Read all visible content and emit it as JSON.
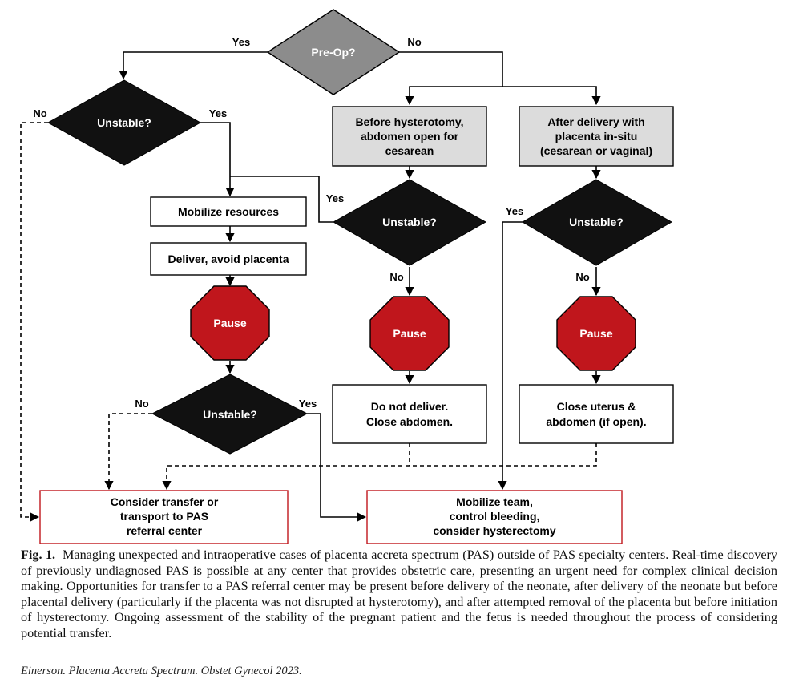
{
  "nodes": {
    "preop": "Pre-Op?",
    "unstable_left": "Unstable?",
    "before_hysterotomy": [
      "Before hysterotomy,",
      "abdomen open for",
      "cesarean"
    ],
    "after_delivery": [
      "After delivery with",
      "placenta in-situ",
      "(cesarean or vaginal)"
    ],
    "mobilize_resources": "Mobilize resources",
    "deliver_avoid": "Deliver, avoid placenta",
    "pause_left": "Pause",
    "unstable_bottom_left": "Unstable?",
    "unstable_mid": "Unstable?",
    "pause_mid": "Pause",
    "do_not_deliver": [
      "Do not deliver.",
      "Close abdomen."
    ],
    "unstable_right": "Unstable?",
    "pause_right": "Pause",
    "close_uterus": [
      "Close uterus &",
      "abdomen (if open)."
    ],
    "consider_transfer": [
      "Consider transfer or",
      "transport to PAS",
      "referral center"
    ],
    "mobilize_team": [
      "Mobilize team,",
      "control bleeding,",
      "consider hysterectomy"
    ]
  },
  "branch_labels": {
    "preop_yes": "Yes",
    "preop_no": "No",
    "unstable_left_no": "No",
    "unstable_left_yes": "Yes",
    "unstable_mid_yes": "Yes",
    "unstable_mid_no": "No",
    "unstable_right_yes": "Yes",
    "unstable_right_no": "No",
    "unstable_bottom_no": "No",
    "unstable_bottom_yes": "Yes"
  },
  "caption": {
    "label": "Fig. 1.",
    "text": "Managing unexpected and intraoperative cases of placenta accreta spectrum (PAS) outside of PAS specialty centers. Real-time discovery of previously undiagnosed PAS is possible at any center that provides obstetric care, presenting an urgent need for complex clinical decision making. Opportunities for transfer to a PAS referral center may be present before delivery of the neonate, after delivery of the neonate but before placental delivery (particularly if the placenta was not disrupted at hysterotomy), and after attempted removal of the placenta but before initiation of hysterectomy. Ongoing assessment of the stability of the pregnant patient and the fetus is needed throughout the process of considering potential transfer."
  },
  "citation": "Einerson. Placenta Accreta Spectrum. Obstet Gynecol 2023.",
  "colors": {
    "decision_gray": "#8c8c8c",
    "decision_black": "#111111",
    "stop_red": "#c0161c",
    "box_gray": "#dcdcdc",
    "outline_red": "#c0161c"
  }
}
